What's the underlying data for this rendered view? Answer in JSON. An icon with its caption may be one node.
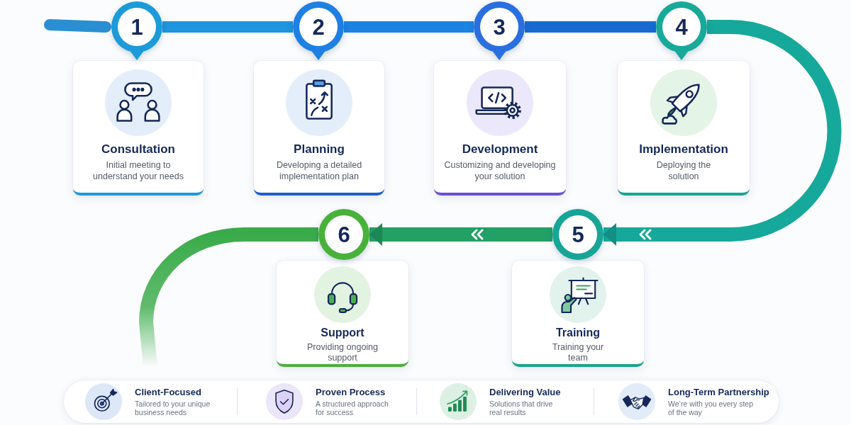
{
  "diagram": {
    "nodes": [
      {
        "text": [
          "1"
        ]
      },
      {
        "text": [
          "Consultation",
          "Initial meeting to understand your needs"
        ]
      },
      {
        "text": [
          "2"
        ]
      },
      {
        "text": [
          "Planning",
          "Developing a detailed implementation plan"
        ]
      },
      {
        "text": [
          "3"
        ]
      },
      {
        "text": [
          "Development",
          "Customizing and developing your solution"
        ]
      },
      {
        "text": [
          "4"
        ]
      },
      {
        "text": [
          "Implementation",
          "Deploying the solution"
        ]
      },
      {
        "text": [
          "5"
        ]
      },
      {
        "text": [
          "Training",
          "Training your team"
        ]
      },
      {
        "text": [
          "6"
        ]
      },
      {
        "text": [
          "Support",
          "Providing ongoing support"
        ]
      },
      {
        "text": [
          "Client-Focused",
          "Tailored to your unique business needs",
          "Proven Process",
          "A structured approach for success",
          "Delivering Value",
          "Solutions that drive real results",
          "Long-Term Partnership",
          "We’re with you every step of the way"
        ]
      }
    ],
    "edges": [
      {
        "from": null,
        "to": 0,
        "arrow": "none"
      },
      {
        "from": 0,
        "to": 2,
        "arrow": "none"
      },
      {
        "from": 2,
        "to": 4,
        "arrow": "none"
      },
      {
        "from": 4,
        "to": 6,
        "arrow": "none"
      },
      {
        "from": 6,
        "to": 8,
        "arrow": "to",
        "color": "#16a89b"
      },
      {
        "from": 8,
        "to": 10,
        "arrow": "to",
        "color": "#22a065"
      },
      {
        "from": 10,
        "to": null,
        "arrow": "none",
        "color": "#3aab4a"
      }
    ]
  }
}
